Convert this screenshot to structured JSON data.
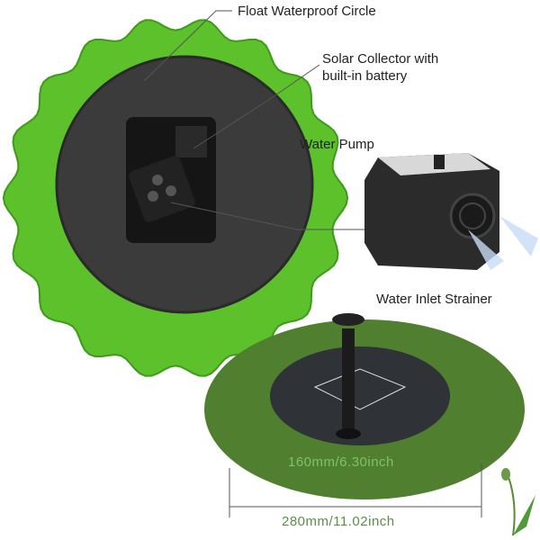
{
  "labels": {
    "float_circle": "Float Waterproof Circle",
    "solar_line1": "Solar Collector with",
    "solar_line2": "built-in battery",
    "pump": "Water Pump",
    "strainer": "Water Inlet Strainer"
  },
  "dimensions": {
    "inner": "160mm/6.30inch",
    "outer": "280mm/11.02inch"
  },
  "colors": {
    "leaf_green": "#5cc12a",
    "dim_text": "#5b8f48",
    "panel": "#3a3a3a"
  }
}
